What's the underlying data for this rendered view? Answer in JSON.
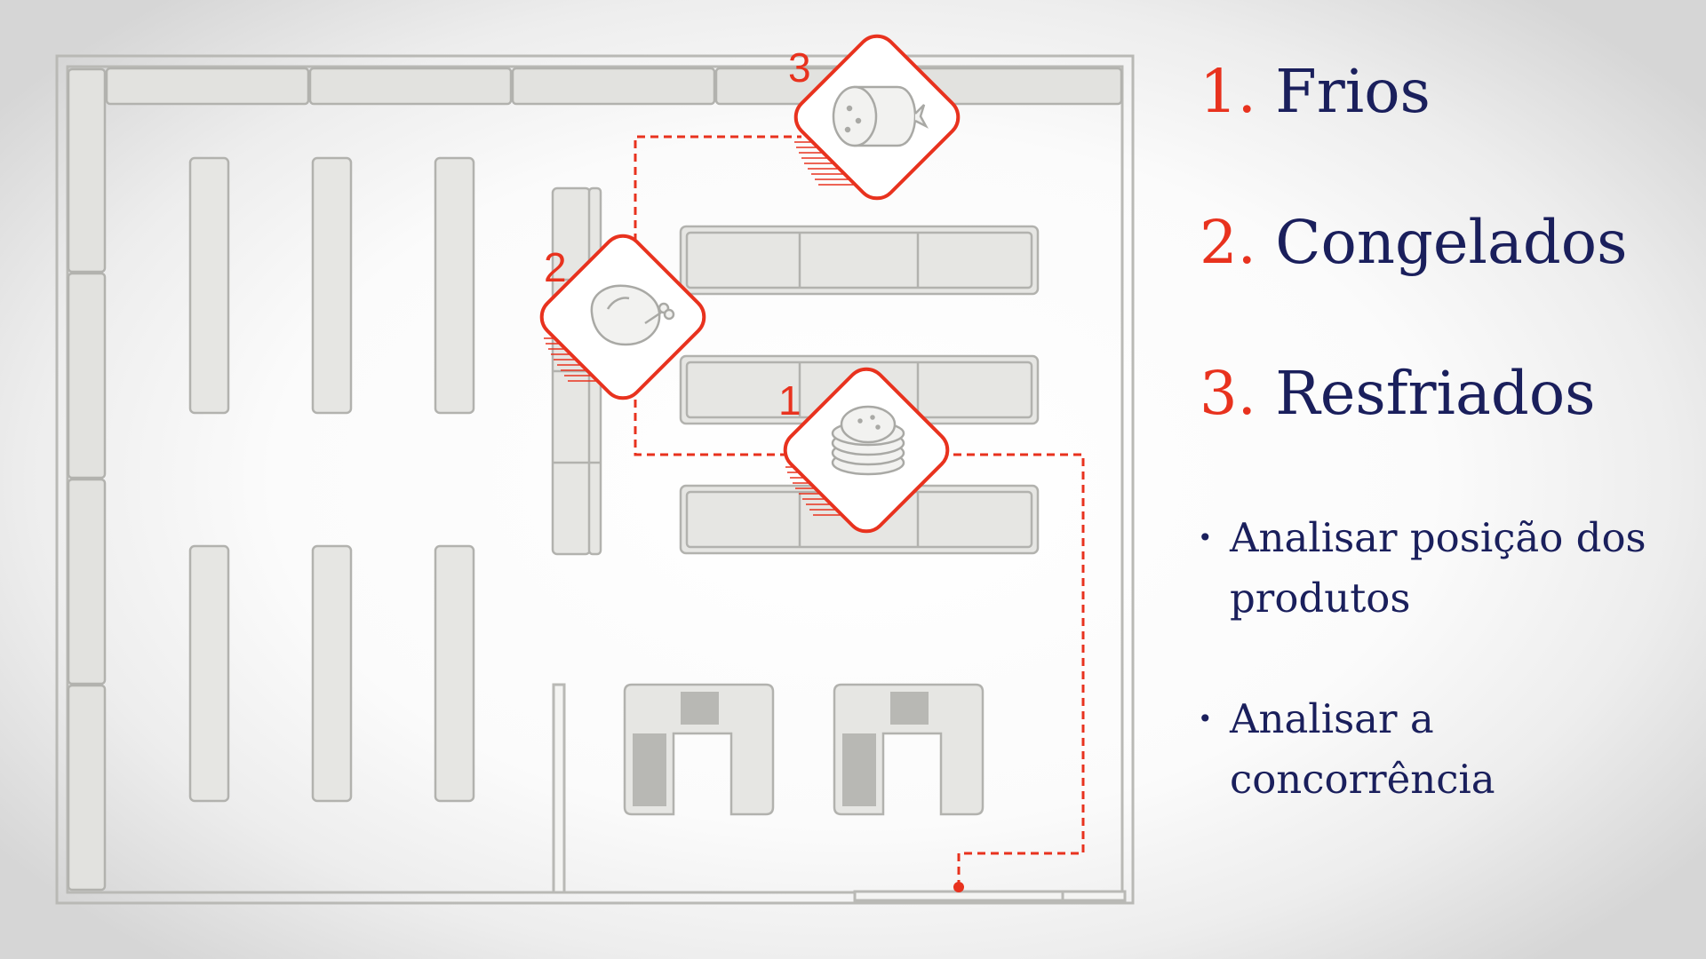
{
  "legend": {
    "categories": [
      {
        "number": "1.",
        "label": "Frios"
      },
      {
        "number": "2.",
        "label": "Congelados"
      },
      {
        "number": "3.",
        "label": "Resfriados"
      }
    ],
    "bullets": [
      {
        "marker": "•",
        "text": "Analisar posição dos produtos"
      },
      {
        "marker": "•",
        "text": "Analisar a concorrência"
      }
    ]
  },
  "floor_plan": {
    "markers": [
      {
        "number": "1",
        "icon": "burger-patties-icon"
      },
      {
        "number": "2",
        "icon": "chicken-icon"
      },
      {
        "number": "3",
        "icon": "salami-icon"
      }
    ]
  },
  "colors": {
    "accent_red": "#e8321e",
    "text_navy": "#1a1f5c",
    "fixture_fill": "#e6e6e3",
    "fixture_stroke": "#b2b2ae"
  }
}
